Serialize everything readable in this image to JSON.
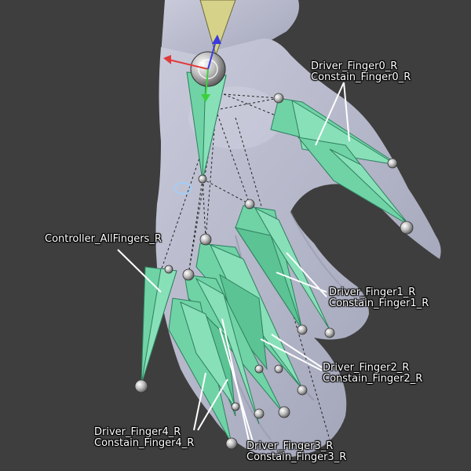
{
  "viewport": {
    "background": "#3e3e3e",
    "mesh_color": "#b7b9cb",
    "bone_color": "#6fd3a6",
    "bone_edge": "#2f7f5e",
    "joint_color": "#c8c8c8"
  },
  "labels": {
    "finger0": {
      "driver": "Driver_Finger0_R",
      "constrain": "Constain_Finger0_R"
    },
    "controller": {
      "name": "Controller_AllFingers_R"
    },
    "finger1": {
      "driver": "Driver_Finger1_R",
      "constrain": "Constain_Finger1_R"
    },
    "finger2": {
      "driver": "Driver_Finger2_R",
      "constrain": "Constain_Finger2_R"
    },
    "finger4": {
      "driver": "Driver_Finger4_R",
      "constrain": "Constain_Finger4_R"
    },
    "finger3": {
      "driver": "Driver_Finger3_R",
      "constrain": "Constain_Finger3_R"
    }
  },
  "gizmo": {
    "x_axis_color": "#e03a3a",
    "y_axis_color": "#3bd13b",
    "z_axis_color": "#3a3ae0"
  }
}
